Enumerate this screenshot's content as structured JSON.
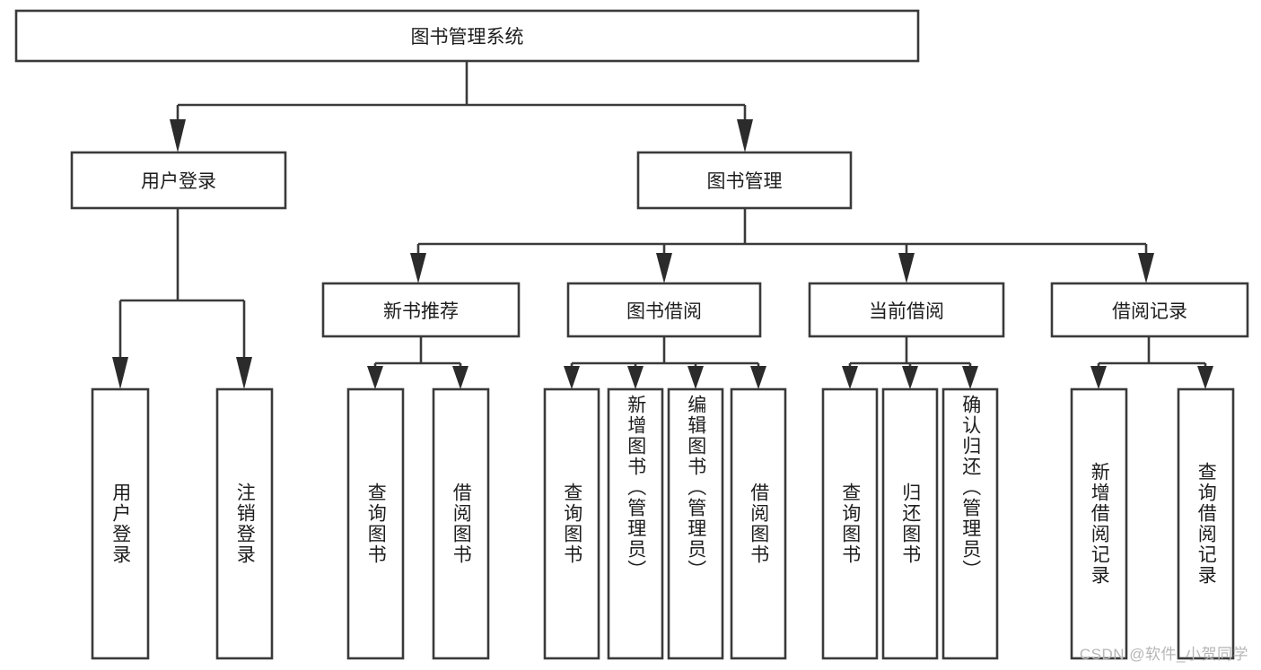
{
  "diagram": {
    "title": "图书管理系统",
    "type": "tree-hierarchy",
    "watermark": "CSDN @软件_小贺同学",
    "levels": {
      "root": {
        "label": "图书管理系统",
        "orientation": "horizontal"
      },
      "level2": [
        {
          "id": "user-login",
          "label": "用户登录",
          "orientation": "horizontal"
        },
        {
          "id": "book-manage",
          "label": "图书管理",
          "orientation": "horizontal"
        }
      ],
      "level3": [
        {
          "id": "new-book-recommend",
          "label": "新书推荐",
          "orientation": "horizontal",
          "parent": "book-manage"
        },
        {
          "id": "book-borrow",
          "label": "图书借阅",
          "orientation": "horizontal",
          "parent": "book-manage"
        },
        {
          "id": "current-borrow",
          "label": "当前借阅",
          "orientation": "horizontal",
          "parent": "book-manage"
        },
        {
          "id": "borrow-record",
          "label": "借阅记录",
          "orientation": "horizontal",
          "parent": "book-manage"
        }
      ],
      "leaves": [
        {
          "id": "leaf-user-login",
          "label": "用户登录",
          "orientation": "vertical",
          "parent": "user-login"
        },
        {
          "id": "leaf-logout-login",
          "label": "注销登录",
          "orientation": "vertical",
          "parent": "user-login"
        },
        {
          "id": "leaf-query-book-1",
          "label": "查询图书",
          "orientation": "vertical",
          "parent": "new-book-recommend"
        },
        {
          "id": "leaf-borrow-book-1",
          "label": "借阅图书",
          "orientation": "vertical",
          "parent": "new-book-recommend"
        },
        {
          "id": "leaf-query-book-2",
          "label": "查询图书",
          "orientation": "vertical",
          "parent": "book-borrow"
        },
        {
          "id": "leaf-add-book",
          "label": "新增图书（管理员）",
          "orientation": "vertical",
          "parent": "book-borrow"
        },
        {
          "id": "leaf-edit-book",
          "label": "编辑图书（管理员）",
          "orientation": "vertical",
          "parent": "book-borrow"
        },
        {
          "id": "leaf-borrow-book-2",
          "label": "借阅图书",
          "orientation": "vertical",
          "parent": "book-borrow"
        },
        {
          "id": "leaf-query-book-3",
          "label": "查询图书",
          "orientation": "vertical",
          "parent": "current-borrow"
        },
        {
          "id": "leaf-return-book",
          "label": "归还图书",
          "orientation": "vertical",
          "parent": "current-borrow"
        },
        {
          "id": "leaf-confirm-return",
          "label": "确认归还（管理员）",
          "orientation": "vertical",
          "parent": "current-borrow"
        },
        {
          "id": "leaf-add-record",
          "label": "新增借阅记录",
          "orientation": "vertical",
          "parent": "borrow-record"
        },
        {
          "id": "leaf-query-record",
          "label": "查询借阅记录",
          "orientation": "vertical",
          "parent": "borrow-record"
        }
      ]
    },
    "colors": {
      "box_stroke": "#3a3a3a",
      "box_fill": "#ffffff",
      "connector": "#3a3a3a",
      "text": "#1d1d1d",
      "watermark": "#b6b6b6",
      "background": "#ffffff"
    }
  }
}
